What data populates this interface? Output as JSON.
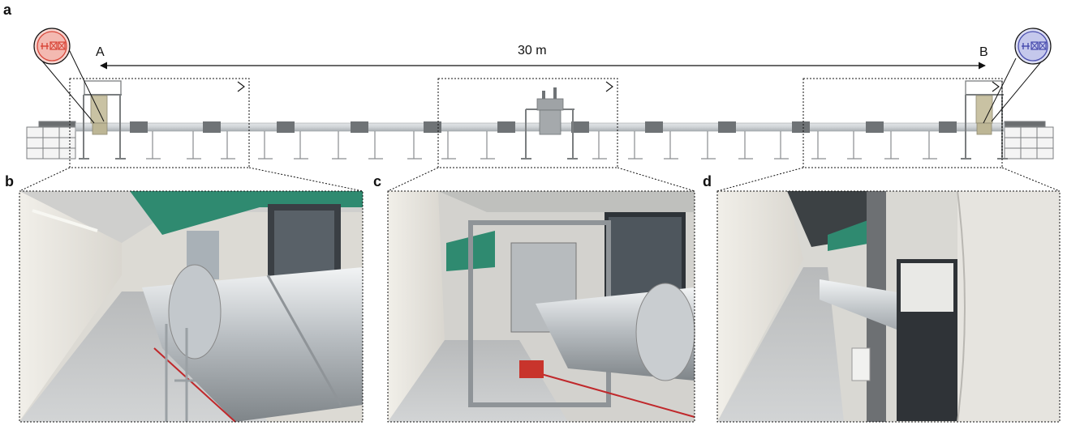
{
  "panels": {
    "a": "a",
    "b": "b",
    "c": "c",
    "d": "d"
  },
  "endpoints": {
    "start": "A",
    "end": "B"
  },
  "distance": "30 m",
  "colors": {
    "node_a": "#d9483b",
    "node_b": "#4b4fb0",
    "tube": "#cfd3d6",
    "frame": "#8a8d90",
    "cable": "#c0282b",
    "ceiling_green": "#2f8a70"
  },
  "icons": {
    "node_a": "qubit-node-red-icon",
    "node_b": "qubit-node-blue-icon",
    "eye": "viewpoint-eye-icon"
  }
}
